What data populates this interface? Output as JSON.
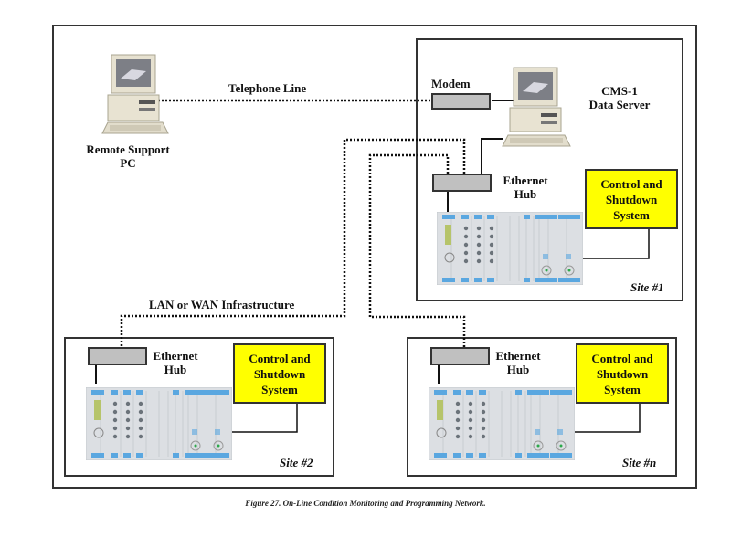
{
  "diagram": {
    "remote_pc": {
      "label_line1": "Remote Support",
      "label_line2": "PC",
      "icon": "desktop-computer-icon"
    },
    "telephone_line": {
      "label": "Telephone Line"
    },
    "lan_wan": {
      "label": "LAN or WAN Infrastructure"
    },
    "site1": {
      "name": "Site #1",
      "modem_label": "Modem",
      "server_label_line1": "CMS-1",
      "server_label_line2": "Data Server",
      "hub_label_line1": "Ethernet",
      "hub_label_line2": "Hub",
      "control_line1": "Control and",
      "control_line2": "Shutdown",
      "control_line3": "System",
      "rack_icon": "monitoring-rack-icon"
    },
    "site2": {
      "name": "Site #2",
      "hub_label_line1": "Ethernet",
      "hub_label_line2": "Hub",
      "control_line1": "Control and",
      "control_line2": "Shutdown",
      "control_line3": "System",
      "rack_icon": "monitoring-rack-icon"
    },
    "siten": {
      "name": "Site #n",
      "hub_label_line1": "Ethernet",
      "hub_label_line2": "Hub",
      "control_line1": "Control and",
      "control_line2": "Shutdown",
      "control_line3": "System",
      "rack_icon": "monitoring-rack-icon"
    },
    "colors": {
      "control_box": "#ffff00",
      "device": "#c0c0c0",
      "rack_accent": "#5aa7e0"
    }
  },
  "caption": "Figure 27.  On-Line Condition Monitoring and Programming Network."
}
